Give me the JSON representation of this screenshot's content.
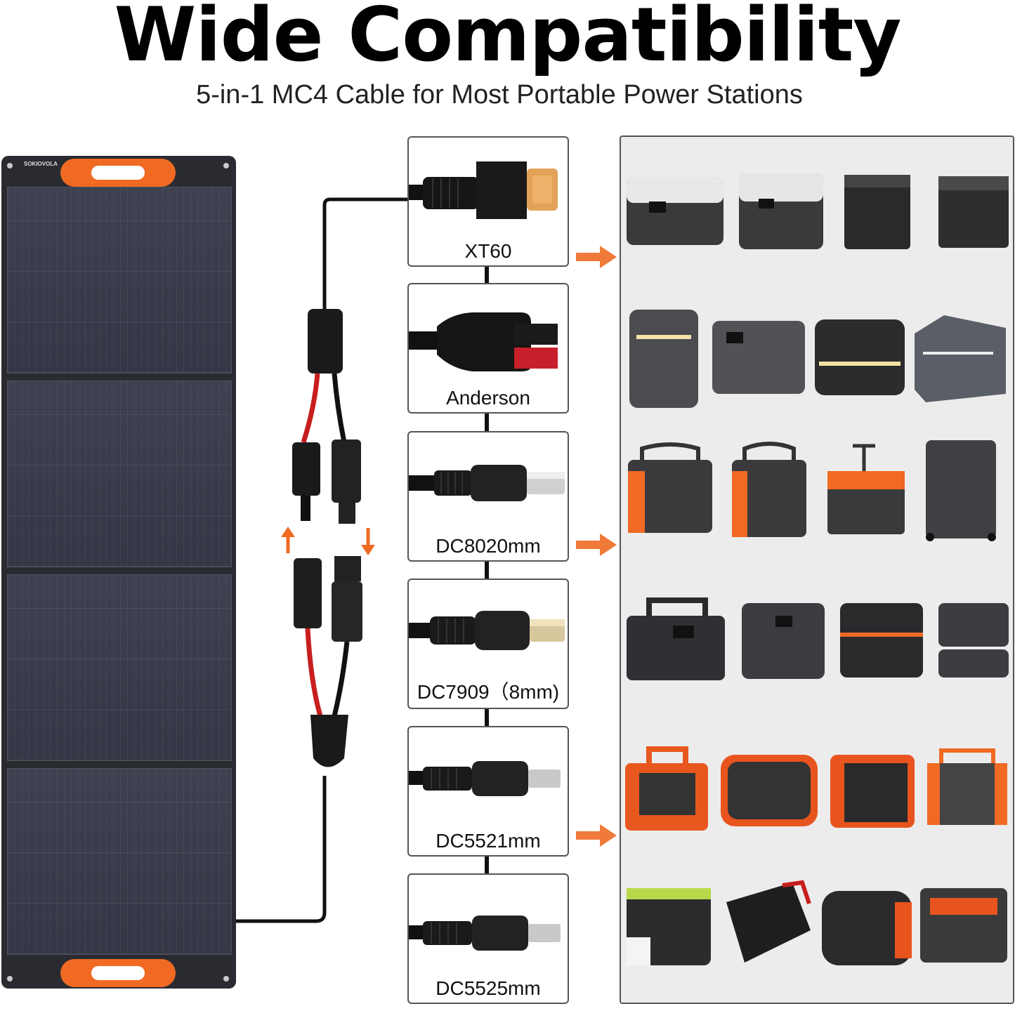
{
  "header": {
    "title": "Wide Compatibility",
    "subtitle": "5-in-1 MC4 Cable for Most Portable Power Stations"
  },
  "panel": {
    "brand_text": "SOKIOVOLA"
  },
  "connectors": [
    {
      "label": "XT60",
      "type": "xt60"
    },
    {
      "label": "Anderson",
      "type": "anderson"
    },
    {
      "label": "DC8020mm",
      "type": "dc-large"
    },
    {
      "label": "DC7909（8mm)",
      "type": "dc-ridged"
    },
    {
      "label": "DC5521mm",
      "type": "dc-small"
    },
    {
      "label": "DC5525mm",
      "type": "dc-small"
    }
  ],
  "colors": {
    "accent_orange": "#f06a24",
    "cable_red": "#c81e1e",
    "cable_black": "#111111"
  },
  "stations": {
    "rows": [
      [
        "white-gray-unit",
        "white-gray-unit",
        "black-tower-unit",
        "black-tower-unit"
      ],
      [
        "gray-led-unit",
        "gray-led-unit",
        "anker-unit",
        "angular-unit"
      ],
      [
        "jackery-orange-unit",
        "jackery-orange-unit",
        "jackery-trolley-unit",
        "jackery-tower-unit"
      ],
      [
        "dark-handle-unit",
        "bluetti-unit",
        "bluetti-orange-unit",
        "stacked-unit"
      ],
      [
        "marbero-orange-unit",
        "orange-red-unit",
        "flashfish-unit",
        "orange-frame-unit"
      ],
      [
        "green-lantern-unit",
        "marbero-red-unit",
        "orange-round-unit",
        "orange-tall-unit"
      ]
    ]
  }
}
